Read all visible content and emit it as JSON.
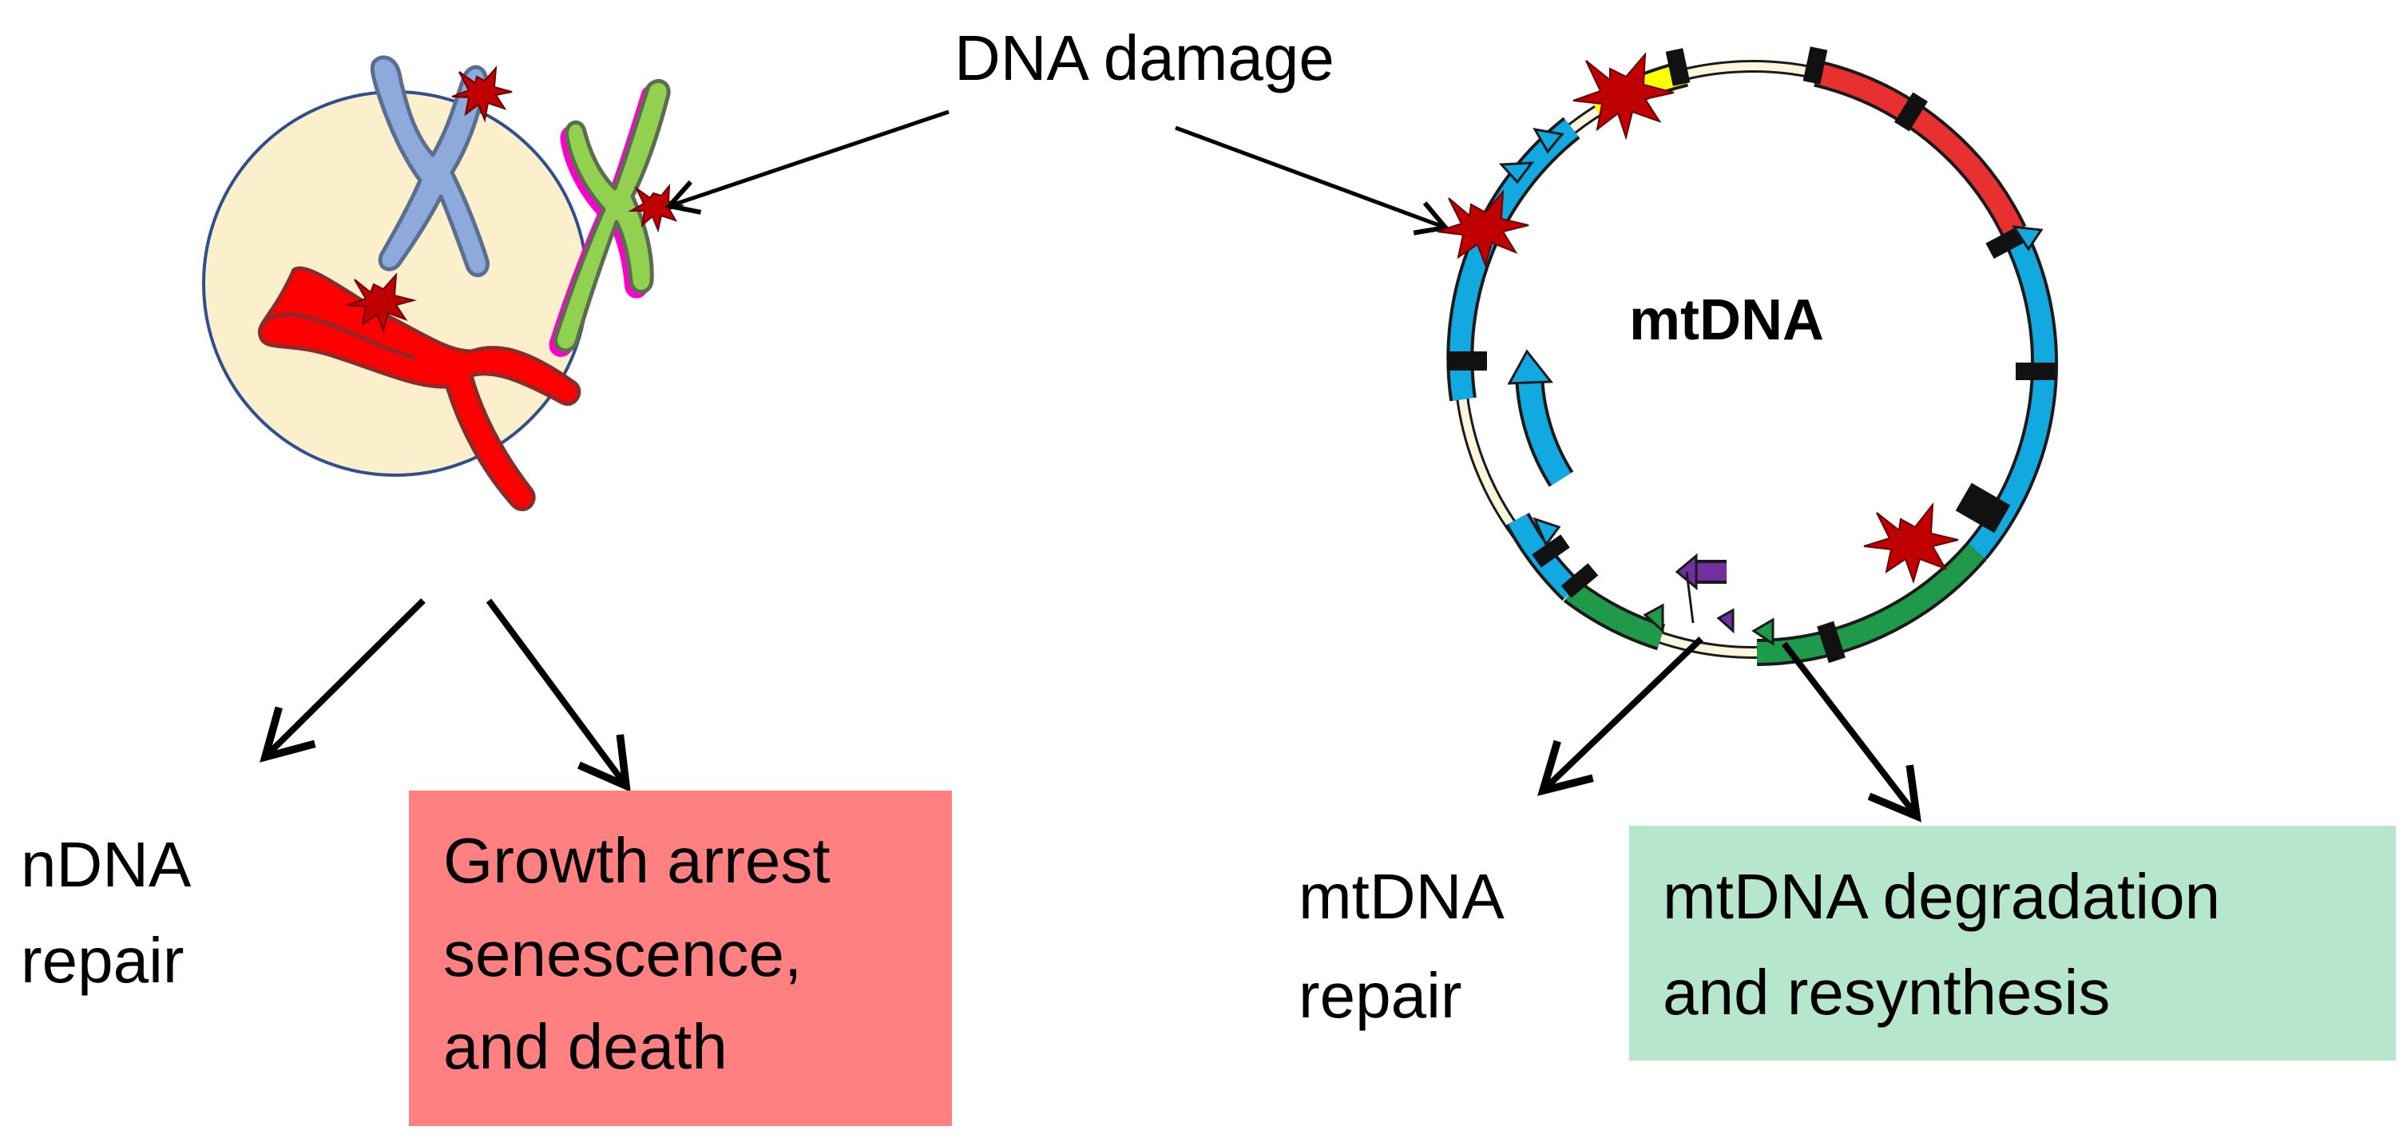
{
  "labels": {
    "dna_damage": "DNA damage",
    "mtdna": "mtDNA",
    "ndna_repair_line1": "nDNA",
    "ndna_repair_line2": "repair",
    "growth_arrest_line1": "Growth arrest",
    "growth_arrest_line2": "senescence,",
    "growth_arrest_line3": "and death",
    "mtdna_repair_line1": "mtDNA",
    "mtdna_repair_line2": "repair",
    "degradation_line1": "mtDNA degradation",
    "degradation_line2": "and resynthesis"
  },
  "colors": {
    "nucleus_fill": "#FCF0CC",
    "nucleus_stroke": "#2F4F8F",
    "chromosome_blue": "#8EA9DB",
    "chromosome_green": "#92D050",
    "chromosome_red": "#FF0000",
    "telomere_magenta": "#FF00CC",
    "damage_star": "#C00000",
    "gene_red": "#E83030",
    "gene_blue": "#12A8E0",
    "gene_green": "#1E9A4A",
    "gene_yellow": "#FFFF00",
    "gene_purple": "#7030A0",
    "growth_box": "#FF8080",
    "degradation_box": "#B6E7CC"
  }
}
